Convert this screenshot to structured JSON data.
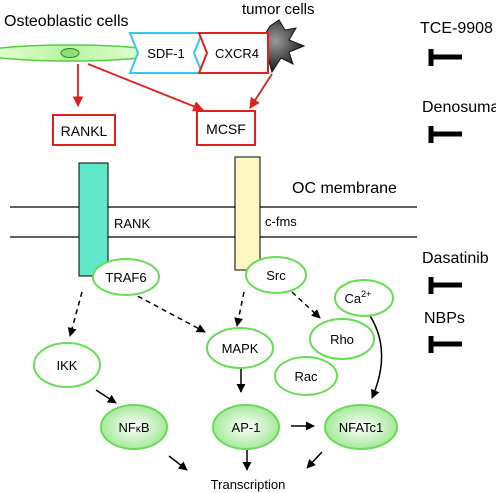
{
  "labels": {
    "osteoblastic_cells": "Osteoblastic cells",
    "tumor_cells": "tumor cells",
    "sdf1": "SDF-1",
    "cxcr4": "CXCR4",
    "rankl": "RANKL",
    "mcsf": "MCSF",
    "oc_membrane": "OC membrane",
    "rank": "RANK",
    "cfms": "c-fms",
    "traf6": "TRAF6",
    "src": "Src",
    "ca_base": "Ca",
    "ca_sup": "2+",
    "ikk": "IKK",
    "mapk": "MAPK",
    "rho": "Rho",
    "rac": "Rac",
    "nfkb_pre": "NF",
    "nfkb_kappa": "κ",
    "nfkb_post": "B",
    "ap1": "AP-1",
    "nfatc1": "NFATc1",
    "transcription": "Transcription"
  },
  "inhibitors": [
    "TCE-9908",
    "Denosumab",
    "Dasatinib",
    "NBPs"
  ],
  "colors": {
    "red": "#e0201b",
    "green": "#66dd55",
    "green_fill": "#c8f5c0",
    "cyan": "#33c8f0",
    "rank_fill": "#5fe8c8",
    "cfms_fill": "#fdf7c0"
  }
}
